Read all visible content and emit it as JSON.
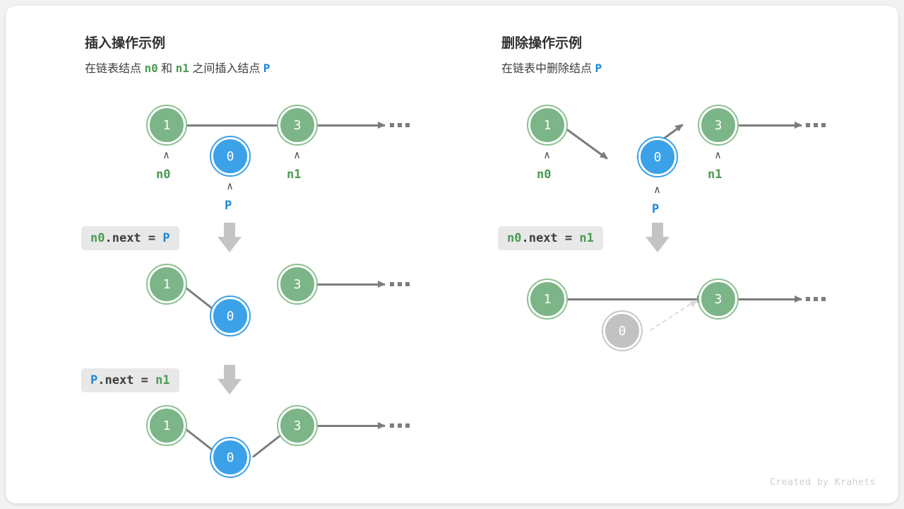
{
  "canvas": {
    "background": "#f2f2f2",
    "card_background": "#ffffff"
  },
  "colors": {
    "node_green": "#7cb587",
    "node_green_ring": "#8cc194",
    "node_blue": "#3ba1e9",
    "node_gray": "#c2c2c2",
    "link": "#7d7d7d",
    "label_green": "#4c9a52",
    "label_blue": "#1c87d4",
    "code_chip_bg": "#e8e8e8",
    "down_arrow": "#c4c4c4"
  },
  "panels": [
    {
      "id": "insert",
      "title": "插入操作示例",
      "subtitle_parts": [
        {
          "text": "在链表结点 ",
          "style": "plain"
        },
        {
          "text": "n0",
          "style": "green"
        },
        {
          "text": " 和 ",
          "style": "plain"
        },
        {
          "text": "n1",
          "style": "green"
        },
        {
          "text": " 之间插入结点 ",
          "style": "plain"
        },
        {
          "text": "P",
          "style": "blue"
        }
      ],
      "steps": [
        {
          "code_parts": [
            {
              "text": "n0",
              "style": "green"
            },
            {
              "text": ".next = ",
              "style": "op"
            },
            {
              "text": "P",
              "style": "blue"
            }
          ]
        },
        {
          "code_parts": [
            {
              "text": "P",
              "style": "blue"
            },
            {
              "text": ".next = ",
              "style": "op"
            },
            {
              "text": "n1",
              "style": "green"
            }
          ]
        }
      ],
      "rows": [
        {
          "nodes": [
            {
              "value": "1",
              "color": "green",
              "pointer": "n0",
              "pointer_color": "green"
            },
            {
              "value": "0",
              "color": "blue",
              "pointer": "P",
              "pointer_color": "blue"
            },
            {
              "value": "3",
              "color": "green",
              "pointer": "n1",
              "pointer_color": "green"
            }
          ],
          "ellipsis": "..."
        },
        {
          "nodes": [
            {
              "value": "1",
              "color": "green"
            },
            {
              "value": "0",
              "color": "blue"
            },
            {
              "value": "3",
              "color": "green"
            }
          ],
          "ellipsis": "..."
        },
        {
          "nodes": [
            {
              "value": "1",
              "color": "green"
            },
            {
              "value": "0",
              "color": "blue"
            },
            {
              "value": "3",
              "color": "green"
            }
          ],
          "ellipsis": "..."
        }
      ]
    },
    {
      "id": "delete",
      "title": "删除操作示例",
      "subtitle_parts": [
        {
          "text": "在链表中删除结点 ",
          "style": "plain"
        },
        {
          "text": "P",
          "style": "blue"
        }
      ],
      "steps": [
        {
          "code_parts": [
            {
              "text": "n0",
              "style": "green"
            },
            {
              "text": ".next = ",
              "style": "op"
            },
            {
              "text": "n1",
              "style": "green"
            }
          ]
        }
      ],
      "rows": [
        {
          "nodes": [
            {
              "value": "1",
              "color": "green",
              "pointer": "n0",
              "pointer_color": "green"
            },
            {
              "value": "0",
              "color": "blue",
              "pointer": "P",
              "pointer_color": "blue"
            },
            {
              "value": "3",
              "color": "green",
              "pointer": "n1",
              "pointer_color": "green"
            }
          ],
          "ellipsis": "..."
        },
        {
          "nodes": [
            {
              "value": "1",
              "color": "green"
            },
            {
              "value": "0",
              "color": "gray"
            },
            {
              "value": "3",
              "color": "green"
            }
          ],
          "ellipsis": "..."
        }
      ]
    }
  ],
  "credit": "Created by Krahets",
  "caret_glyph": "∧"
}
